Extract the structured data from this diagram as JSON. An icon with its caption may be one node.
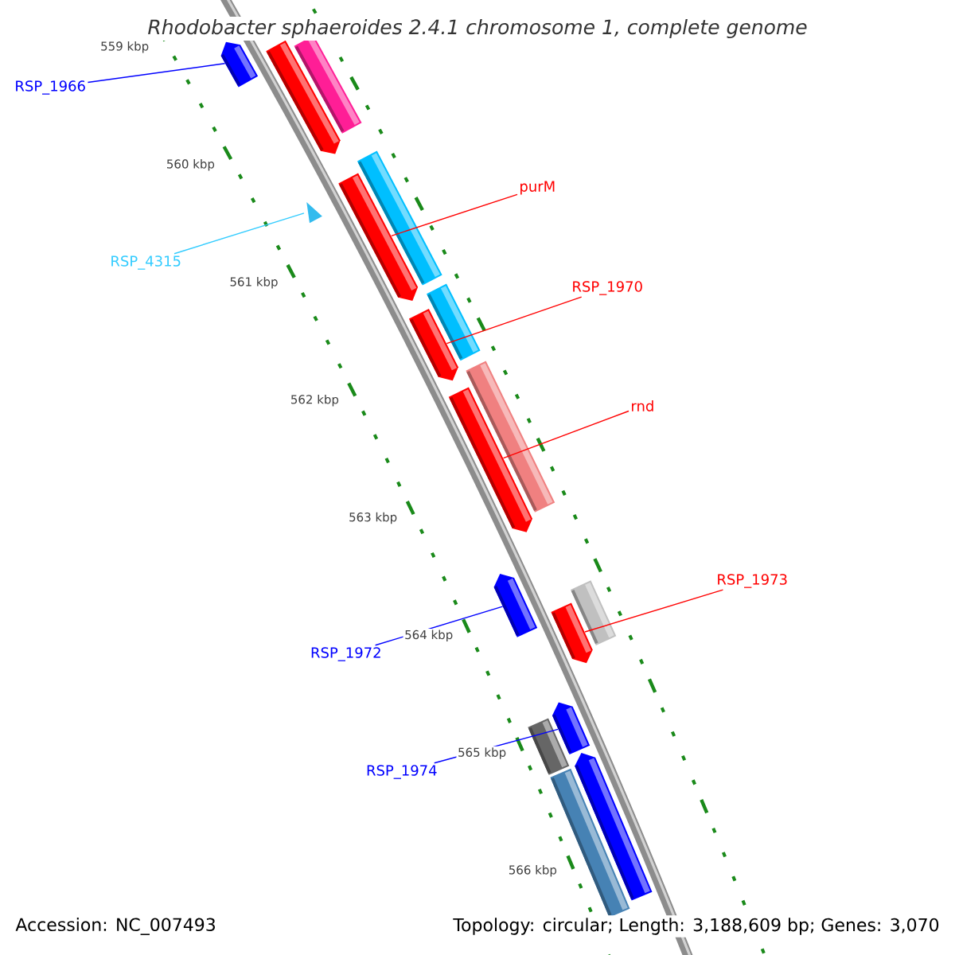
{
  "diagram": {
    "title": "Rhodobacter sphaeroides 2.4.1 chromosome 1, complete genome",
    "nodes": [
      {
        "text": [
          "RSP_1966"
        ]
      },
      {
        "text": [],
        "shape": "bar"
      },
      {
        "text": [
          "purM"
        ]
      },
      {
        "text": [],
        "shape": "bar"
      },
      {
        "text": [
          "RSP_4315"
        ]
      },
      {
        "text": [],
        "shape": "triangle"
      },
      {
        "text": [
          "RSP_1970"
        ]
      },
      {
        "text": [],
        "shape": "bar"
      },
      {
        "text": [
          "rnd"
        ]
      },
      {
        "text": [],
        "shape": "bar"
      },
      {
        "text": [
          "RSP_1973"
        ]
      },
      {
        "text": [],
        "shape": "bar"
      },
      {
        "text": [
          "RSP_1972"
        ]
      },
      {
        "text": [],
        "shape": "bar"
      },
      {
        "text": [
          "RSP_1974"
        ]
      },
      {
        "text": [],
        "shape": "bar"
      },
      {
        "text": [],
        "shape": "bar"
      },
      {
        "text": [],
        "shape": "bar"
      },
      {
        "text": [],
        "shape": "bar"
      },
      {
        "text": [],
        "shape": "bar"
      },
      {
        "text": [],
        "shape": "bar"
      },
      {
        "text": [],
        "shape": "bar"
      },
      {
        "text": [],
        "shape": "bar"
      },
      {
        "text": [],
        "shape": "bar"
      },
      {
        "text": [],
        "shape": "bar"
      }
    ],
    "edges": [
      {
        "from": 0,
        "to": 1,
        "arrow": "none",
        "color": "#0000ff"
      },
      {
        "from": 2,
        "to": 3,
        "arrow": "none"
      },
      {
        "from": 4,
        "to": 5,
        "arrow": "none",
        "color": "#33ccff"
      },
      {
        "from": 6,
        "to": 7,
        "arrow": "none"
      },
      {
        "from": 8,
        "to": 9,
        "arrow": "none"
      },
      {
        "from": 10,
        "to": 11,
        "arrow": "none"
      },
      {
        "from": 12,
        "to": 13,
        "arrow": "none",
        "color": "#0000ff"
      },
      {
        "from": 14,
        "to": 15,
        "arrow": "none",
        "color": "#0000ff"
      }
    ],
    "labels": [
      "559 kbp",
      "560 kbp",
      "561 kbp",
      "562 kbp",
      "563 kbp",
      "564 kbp",
      "565 kbp",
      "566 kbp",
      "Accession: NC_007493",
      "Topology: circular; Length: 3,188,609 bp; Genes: 3,070"
    ]
  }
}
